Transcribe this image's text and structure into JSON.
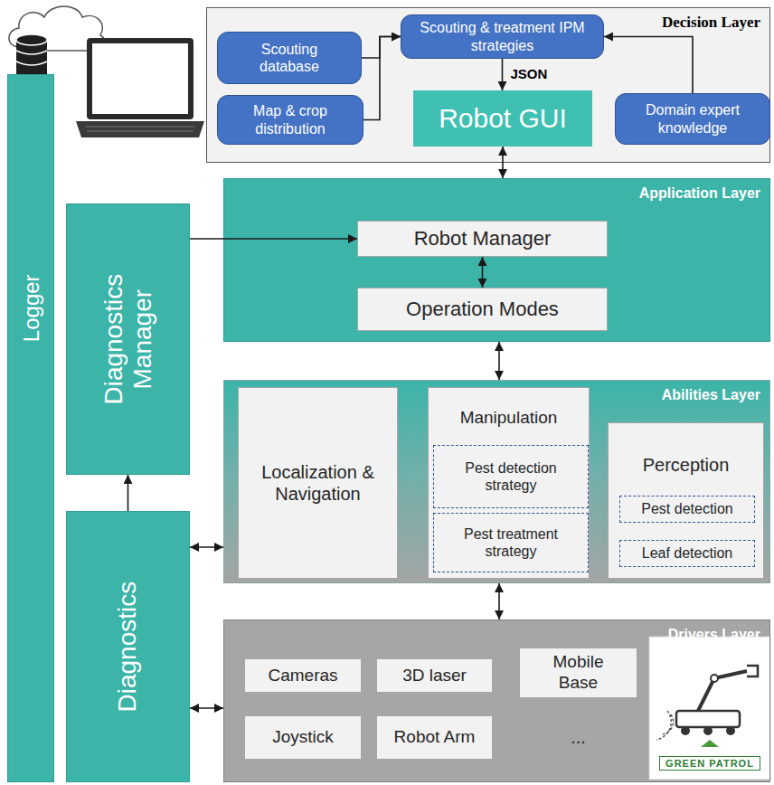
{
  "diagram": {
    "nodes": [
      {
        "text": [
          "Logger"
        ]
      },
      {
        "text": [
          "Decision Layer"
        ]
      },
      {
        "text": [
          "Scouting database"
        ],
        "in": 1
      },
      {
        "text": [
          "Scouting & treatment IPM strategies"
        ],
        "in": 1
      },
      {
        "text": [
          "Map & crop distribution"
        ],
        "in": 1
      },
      {
        "text": [
          "Robot GUI"
        ],
        "in": 1
      },
      {
        "text": [
          "Domain expert knowledge"
        ],
        "in": 1
      },
      {
        "text": [
          "Diagnostics Manager"
        ]
      },
      {
        "text": [
          "Application Layer"
        ]
      },
      {
        "text": [
          "Robot Manager"
        ],
        "in": 8
      },
      {
        "text": [
          "Operation Modes"
        ],
        "in": 8
      },
      {
        "text": [
          "Abilities Layer"
        ]
      },
      {
        "text": [
          "Localization & Navigation"
        ],
        "in": 11
      },
      {
        "text": [
          "Manipulation"
        ],
        "in": 11
      },
      {
        "text": [
          "Pest detection strategy"
        ],
        "in": 13
      },
      {
        "text": [
          "Pest treatment strategy"
        ],
        "in": 13
      },
      {
        "text": [
          "Perception"
        ],
        "in": 11
      },
      {
        "text": [
          "Pest detection"
        ],
        "in": 16
      },
      {
        "text": [
          "Leaf detection"
        ],
        "in": 16
      },
      {
        "text": [
          "Diagnostics"
        ]
      },
      {
        "text": [
          "Drivers Layer"
        ]
      },
      {
        "text": [
          "Cameras"
        ],
        "in": 20
      },
      {
        "text": [
          "3D laser"
        ],
        "in": 20
      },
      {
        "text": [
          "Mobile Base"
        ],
        "in": 20
      },
      {
        "text": [
          "Joystick"
        ],
        "in": 20
      },
      {
        "text": [
          "Robot Arm"
        ],
        "in": 20
      }
    ],
    "edges": [
      {
        "from": 2,
        "to": 3,
        "arrow": "to"
      },
      {
        "from": 4,
        "to": 3,
        "arrow": "to"
      },
      {
        "from": 6,
        "to": 3,
        "arrow": "to"
      },
      {
        "from": 3,
        "to": 5,
        "label": "JSON",
        "arrow": "to"
      },
      {
        "from": 5,
        "to": 8,
        "arrow": "both"
      },
      {
        "from": 9,
        "to": 10,
        "arrow": "both"
      },
      {
        "from": 8,
        "to": 11,
        "arrow": "both"
      },
      {
        "from": 11,
        "to": 20,
        "arrow": "both"
      },
      {
        "from": 7,
        "to": 9,
        "arrow": "to"
      },
      {
        "from": 19,
        "to": 7,
        "arrow": "to"
      },
      {
        "from": 19,
        "to": 11,
        "arrow": "both"
      },
      {
        "from": 19,
        "to": 20,
        "arrow": "both"
      }
    ],
    "labels": [
      "...",
      "GREEN PATROL"
    ]
  }
}
